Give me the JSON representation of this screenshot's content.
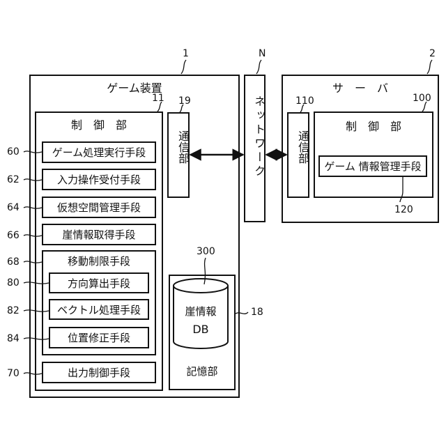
{
  "game_device": {
    "id": "1",
    "title": "ゲーム装置",
    "control_unit": {
      "id": "11",
      "title": "制　御　部",
      "items": [
        {
          "id": "60",
          "label": "ゲーム処理実行手段"
        },
        {
          "id": "62",
          "label": "入力操作受付手段"
        },
        {
          "id": "64",
          "label": "仮想空間管理手段"
        },
        {
          "id": "66",
          "label": "崖情報取得手段"
        }
      ],
      "movement_limit": {
        "id": "68",
        "label": "移動制限手段",
        "sub_items": [
          {
            "id": "80",
            "label": "方向算出手段"
          },
          {
            "id": "82",
            "label": "ベクトル処理手段"
          },
          {
            "id": "84",
            "label": "位置修正手段"
          }
        ]
      },
      "output_control": {
        "id": "70",
        "label": "出力制御手段"
      }
    },
    "communication_unit": {
      "id": "19",
      "label": "通信部"
    },
    "storage_unit": {
      "id": "18",
      "label": "記憶部",
      "database": {
        "id": "300",
        "line1": "崖情報",
        "line2": "DB"
      }
    }
  },
  "network": {
    "id": "N",
    "label": "ネットワーク"
  },
  "server": {
    "id": "2",
    "title": "サ　ー　バ",
    "communication_unit": {
      "id": "110",
      "label": "通信部"
    },
    "control_unit": {
      "id": "100",
      "title": "制　御　部",
      "item": {
        "id": "120",
        "label": "ゲーム 情報管理手段"
      }
    }
  }
}
